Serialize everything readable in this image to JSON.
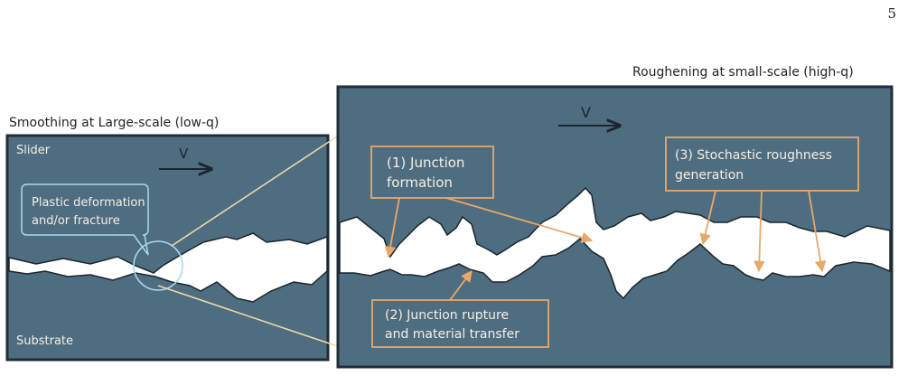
{
  "page_number": "5",
  "left_panel": {
    "title": "Smoothing at Large-scale (low-q)",
    "slider_label": "Slider",
    "substrate_label": "Substrate",
    "velocity_label": "V",
    "callout_line1": "Plastic deformation",
    "callout_line2": "and/or fracture"
  },
  "right_panel": {
    "title": "Roughening at small-scale (high-q)",
    "velocity_label": "V",
    "box1_line1": "(1) Junction",
    "box1_line2": "formation",
    "box2_line1": "(2) Junction rupture",
    "box2_line2": "and material transfer",
    "box3_line1": "(3) Stochastic roughness",
    "box3_line2": "generation"
  },
  "colors": {
    "panel_fill": "#4f6d80",
    "panel_border": "#1f2d3a",
    "annotation": "#e8a86a",
    "callout": "#a9d8ee",
    "zoom_lines": "#efd8a8",
    "ink": "#1a2530",
    "label_text": "#f4efe4"
  }
}
